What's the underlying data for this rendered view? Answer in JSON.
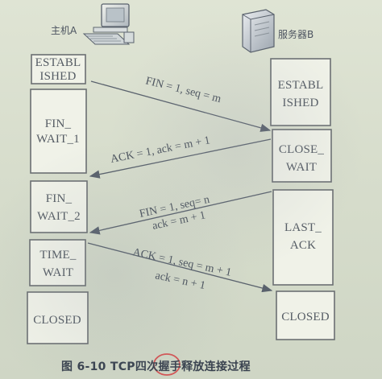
{
  "hosts": {
    "host_a": "主机A",
    "server_b": "服务器B"
  },
  "states": {
    "left": [
      [
        "ESTABL",
        "ISHED"
      ],
      [
        "FIN_",
        "WAIT_1"
      ],
      [
        "FIN_",
        "WAIT_2"
      ],
      [
        "TIME_",
        "WAIT"
      ],
      [
        "CLOSED"
      ]
    ],
    "right": [
      [
        "ESTABL",
        "ISHED"
      ],
      [
        "CLOSE_",
        "WAIT"
      ],
      [
        "LAST_",
        "ACK"
      ],
      [
        "CLOSED"
      ]
    ]
  },
  "messages": [
    [
      "FIN = 1, seq = m"
    ],
    [
      "ACK = 1, ack = m + 1"
    ],
    [
      "FIN = 1, seq= n",
      "ack = m + 1"
    ],
    [
      "ACK = 1, seq = m + 1",
      "ack = n + 1"
    ]
  ],
  "caption": "图 6-10 TCP四次握手释放连接过程"
}
